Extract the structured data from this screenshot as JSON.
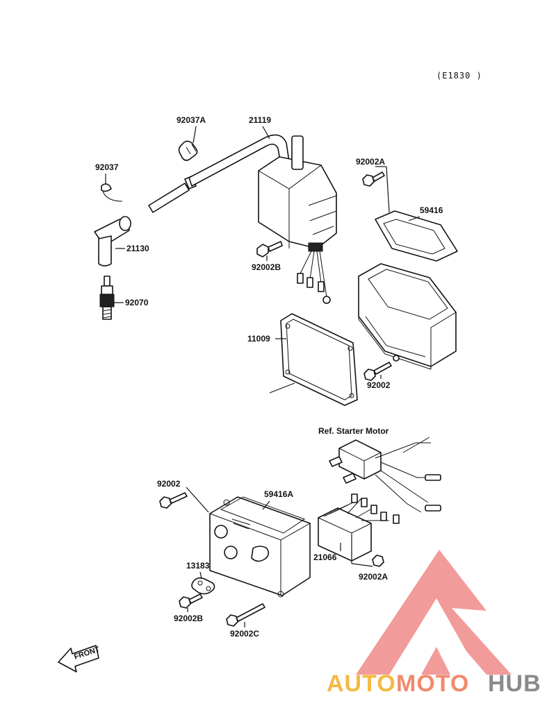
{
  "diagram_code": "(E1830 )",
  "reference_label": "Ref. Starter Motor",
  "front_label": "FRONT",
  "parts": {
    "p92037A": "92037A",
    "p21119": "21119",
    "p92037": "92037",
    "p92002A_top": "92002A",
    "p59416": "59416",
    "p21130": "21130",
    "p92002B_top": "92002B",
    "p92070": "92070",
    "p11009": "11009",
    "p92002_mid": "92002",
    "p92002_low": "92002",
    "p59416A": "59416A",
    "p21066": "21066",
    "p92002A_low": "92002A",
    "p13183": "13183",
    "p92002B_low": "92002B",
    "p92002C": "92002C"
  },
  "watermark": {
    "auto": "AUTO",
    "moto": "MOTO",
    "hub": "HUB",
    "colors": {
      "auto": "#f5b942",
      "moto": "#f08a6e",
      "hub": "#8a8a8a",
      "logo": "#f08a8a"
    }
  }
}
